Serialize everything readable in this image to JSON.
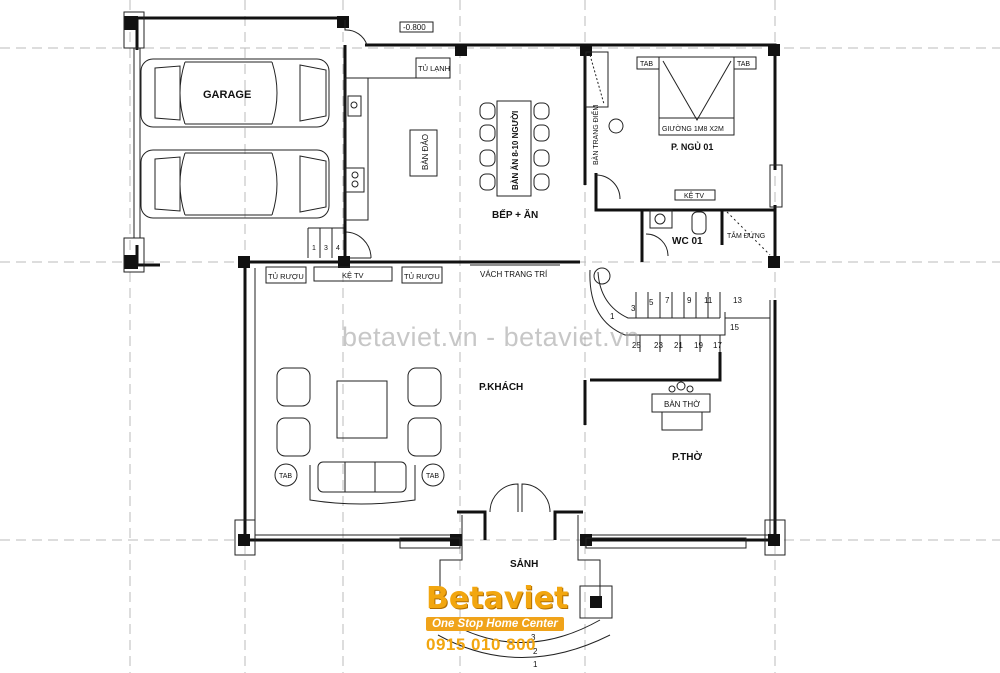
{
  "labels": {
    "level_mark": "-0.800",
    "garage": "GARAGE",
    "fridge": "TỦ LẠNH",
    "island": "BÀN ĐẢO",
    "dining_table": "BÀN ĂN 8-10 NGƯỜI",
    "kitchen_dining": "BẾP + ĂN",
    "nightstand_left": "BÀN TRANG ĐIỂM",
    "tab": "TAB",
    "bed": "GIƯỜNG 1M8 X2M",
    "bedroom": "P. NGỦ 01",
    "tv_shelf": "KỆ TV",
    "wc": "WC 01",
    "shower": "TẮM ĐỨNG",
    "wine_cabinet": "TỦ RƯỢU",
    "decor_partition": "VÁCH TRANG TRÍ",
    "living_room": "P.KHÁCH",
    "altar_table": "BÀN THỜ",
    "worship_room": "P.THỜ",
    "hall": "SẢNH"
  },
  "stair_numbers": [
    "1",
    "3",
    "5",
    "7",
    "9",
    "11",
    "13",
    "15",
    "17",
    "19",
    "21",
    "23",
    "25"
  ],
  "entry_steps": [
    "1",
    "2",
    "3"
  ],
  "garage_steps": [
    "1",
    "3",
    "4"
  ],
  "watermark": "betaviet.vn - betaviet.vn",
  "logo": {
    "brand": "Betaviet",
    "tagline": "One Stop Home Center",
    "phone": "0915 010 800"
  }
}
